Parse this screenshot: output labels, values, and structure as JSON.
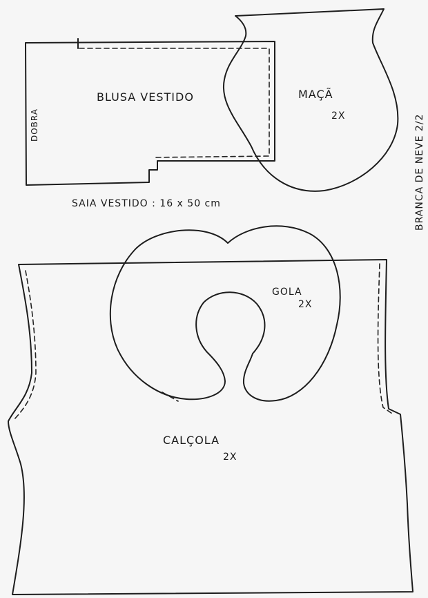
{
  "pieces": {
    "blusa": {
      "name": "BLUSA VESTIDO",
      "fold": "DOBRA"
    },
    "maca": {
      "name": "MAÇÃ",
      "qty": "2X"
    },
    "saia": {
      "note": "SAIA VESTIDO : 16 x 50 cm"
    },
    "gola": {
      "name": "GOLA",
      "qty": "2X"
    },
    "calcola": {
      "name": "CALÇOLA",
      "qty": "2X"
    }
  },
  "page_label": "BRANCA DE NEVE 2/2",
  "colors": {
    "paper": "#f6f6f6",
    "ink": "#1d1d1d"
  }
}
